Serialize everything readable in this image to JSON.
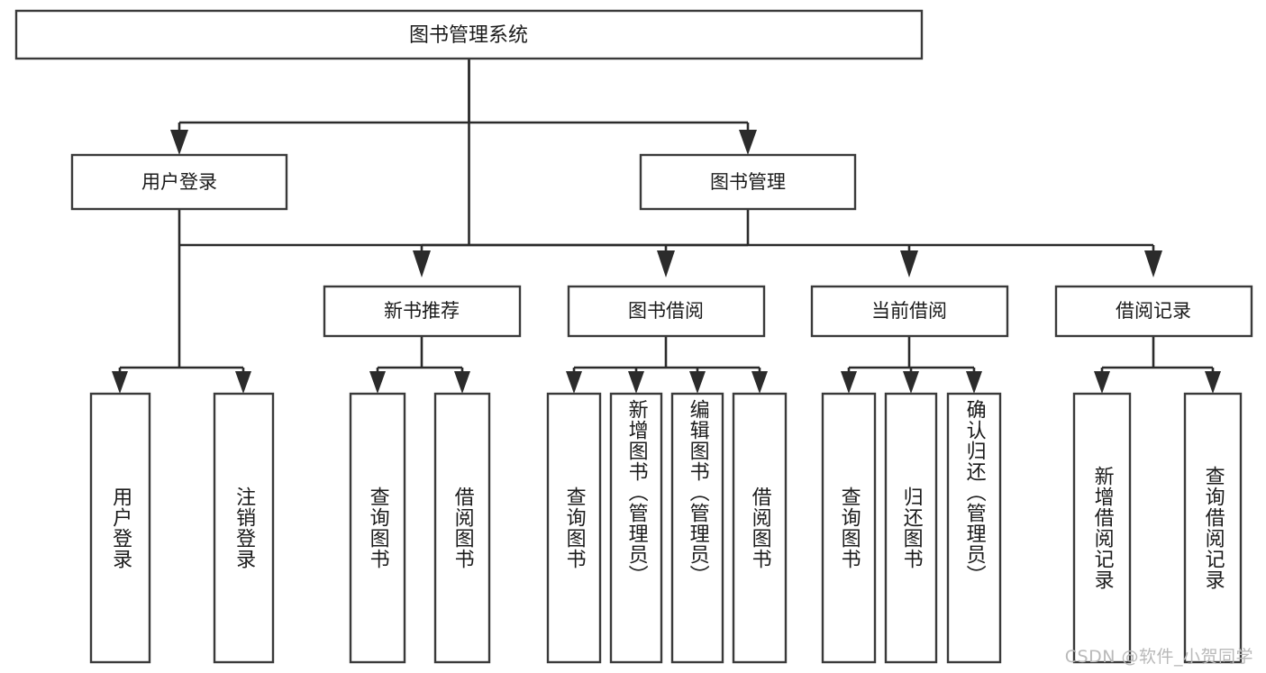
{
  "diagram": {
    "type": "tree-hierarchy",
    "title": "图书管理系统",
    "watermark": "CSDN @软件_小贺同学",
    "colors": {
      "box_stroke": "#3a3a3a",
      "connector": "#2b2b2b",
      "background": "#ffffff",
      "text": "#1b1b1b",
      "watermark": "#b9b9b9"
    },
    "root": {
      "label": "图书管理系统",
      "orientation": "horizontal"
    },
    "level2": [
      {
        "id": "user-login",
        "label": "用户登录",
        "orientation": "horizontal"
      },
      {
        "id": "book-manage",
        "label": "图书管理",
        "orientation": "horizontal"
      }
    ],
    "level3": [
      {
        "id": "new-book-recommend",
        "label": "新书推荐",
        "orientation": "horizontal"
      },
      {
        "id": "book-borrow",
        "label": "图书借阅",
        "orientation": "horizontal"
      },
      {
        "id": "current-borrow",
        "label": "当前借阅",
        "orientation": "horizontal"
      },
      {
        "id": "borrow-record",
        "label": "借阅记录",
        "orientation": "horizontal"
      }
    ],
    "leaves": [
      {
        "id": "leaf-user-login",
        "parent": "user-login",
        "label": "用户登录",
        "orientation": "vertical"
      },
      {
        "id": "leaf-logout-login",
        "parent": "user-login",
        "label": "注销登录",
        "orientation": "vertical"
      },
      {
        "id": "leaf-query-book-1",
        "parent": "new-book-recommend",
        "label": "查询图书",
        "orientation": "vertical"
      },
      {
        "id": "leaf-borrow-book-1",
        "parent": "new-book-recommend",
        "label": "借阅图书",
        "orientation": "vertical"
      },
      {
        "id": "leaf-query-book-2",
        "parent": "book-borrow",
        "label": "查询图书",
        "orientation": "vertical"
      },
      {
        "id": "leaf-add-book",
        "parent": "book-borrow",
        "label": "新增图书（管理员）",
        "orientation": "vertical"
      },
      {
        "id": "leaf-edit-book",
        "parent": "book-borrow",
        "label": "编辑图书（管理员）",
        "orientation": "vertical"
      },
      {
        "id": "leaf-borrow-book-2",
        "parent": "book-borrow",
        "label": "借阅图书",
        "orientation": "vertical"
      },
      {
        "id": "leaf-query-book-3",
        "parent": "current-borrow",
        "label": "查询图书",
        "orientation": "vertical"
      },
      {
        "id": "leaf-return-book",
        "parent": "current-borrow",
        "label": "归还图书",
        "orientation": "vertical"
      },
      {
        "id": "leaf-confirm-return",
        "parent": "current-borrow",
        "label": "确认归还（管理员）",
        "orientation": "vertical"
      },
      {
        "id": "leaf-add-record",
        "parent": "borrow-record",
        "label": "新增借阅记录",
        "orientation": "vertical"
      },
      {
        "id": "leaf-query-record",
        "parent": "borrow-record",
        "label": "查询借阅记录",
        "orientation": "vertical"
      }
    ]
  }
}
